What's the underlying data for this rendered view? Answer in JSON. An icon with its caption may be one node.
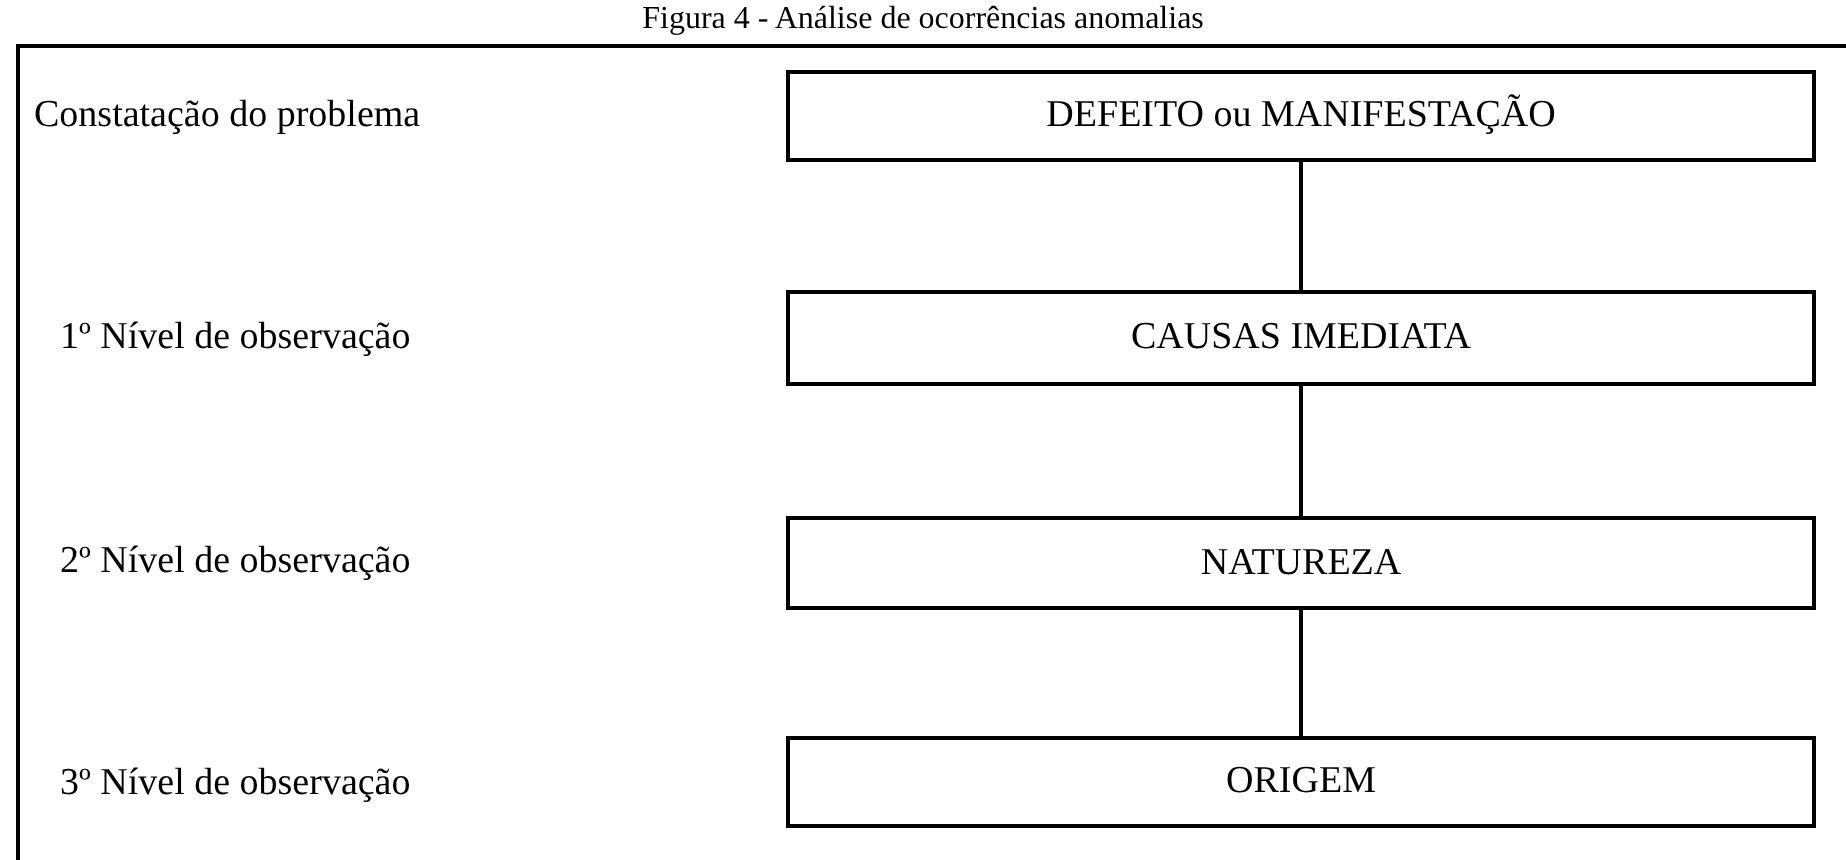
{
  "diagram": {
    "title": "Figura 4 - Análise de ocorrências anomalias",
    "nodes": [
      {
        "text": [
          "DEFEITO ou MANIFESTAÇÃO"
        ]
      },
      {
        "text": [
          "CAUSAS IMEDIATA"
        ]
      },
      {
        "text": [
          "NATUREZA"
        ]
      },
      {
        "text": [
          "ORIGEM"
        ]
      }
    ],
    "edges": [
      {
        "from": 0,
        "to": 1,
        "arrow": "none"
      },
      {
        "from": 1,
        "to": 2,
        "arrow": "none"
      },
      {
        "from": 2,
        "to": 3,
        "arrow": "none"
      }
    ],
    "labels": [
      "Constatação do problema",
      "1º Nível de observação",
      "2º Nível de observação",
      "3º Nível de observação"
    ]
  }
}
